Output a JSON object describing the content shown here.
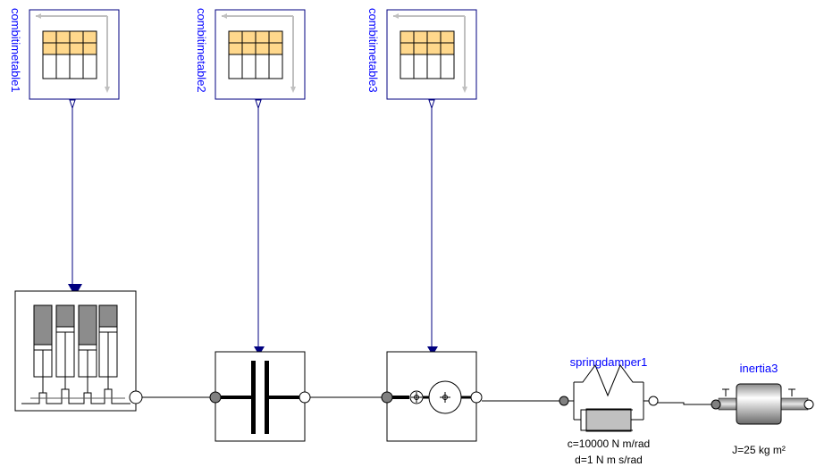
{
  "components": {
    "table1": {
      "name": "combitimetable1"
    },
    "table2": {
      "name": "combitimetable2"
    },
    "table3": {
      "name": "combitimetable3"
    },
    "springdamper": {
      "name": "springdamper1",
      "param_c": "c=10000 N m/rad",
      "param_d": "d=1 N m s/rad"
    },
    "inertia": {
      "name": "inertia3",
      "param_J": "J=25 kg m²"
    }
  },
  "colors": {
    "label": "#0000ff",
    "wire": "#000000",
    "signal_arrow": "#00007f",
    "table_header": "#ffd88c",
    "shaft_gray": "#808080"
  }
}
